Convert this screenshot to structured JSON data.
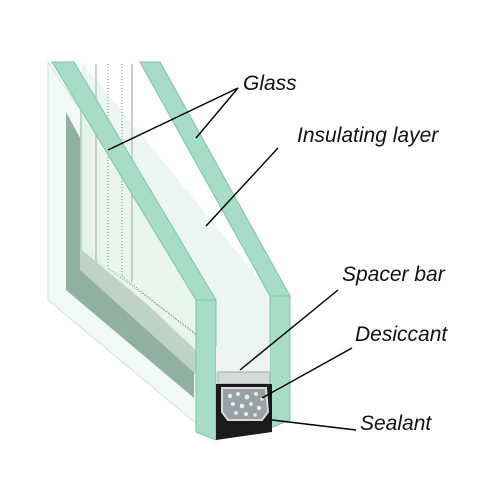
{
  "labels": {
    "glass": "Glass",
    "insulating_layer": "Insulating layer",
    "spacer_bar": "Spacer bar",
    "desiccant": "Desiccant",
    "sealant": "Sealant"
  },
  "colors": {
    "glass_edge": "#9fd7c3",
    "glass_face": "#eef7f3",
    "inner_frame": "#7fa394",
    "sealant": "#1a1a1a",
    "spacer_bar": "#d5d9d8",
    "desiccant": "#9aa0a3",
    "leader_line": "#000000"
  }
}
